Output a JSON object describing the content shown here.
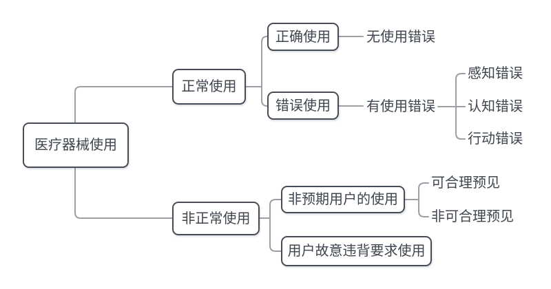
{
  "colors": {
    "border": "#454c57",
    "text": "#3e454e",
    "line": "#9aa0a6",
    "box-fill": "#ffffff",
    "bg": "#ffffff"
  },
  "tree": {
    "label": "医疗器械使用",
    "children": [
      {
        "label": "正常使用",
        "children": [
          {
            "label": "正确使用",
            "children": [
              {
                "label": "无使用错误",
                "children": []
              }
            ]
          },
          {
            "label": "错误使用",
            "children": [
              {
                "label": "有使用错误",
                "children": [
                  {
                    "label": "感知错误",
                    "children": []
                  },
                  {
                    "label": "认知错误",
                    "children": []
                  },
                  {
                    "label": "行动错误",
                    "children": []
                  }
                ]
              }
            ]
          }
        ]
      },
      {
        "label": "非正常使用",
        "children": [
          {
            "label": "非预期用户的使用",
            "children": [
              {
                "label": "可合理预见",
                "children": []
              },
              {
                "label": "非可合理预见",
                "children": []
              }
            ]
          },
          {
            "label": "用户故意违背要求使用",
            "children": []
          }
        ]
      }
    ]
  }
}
